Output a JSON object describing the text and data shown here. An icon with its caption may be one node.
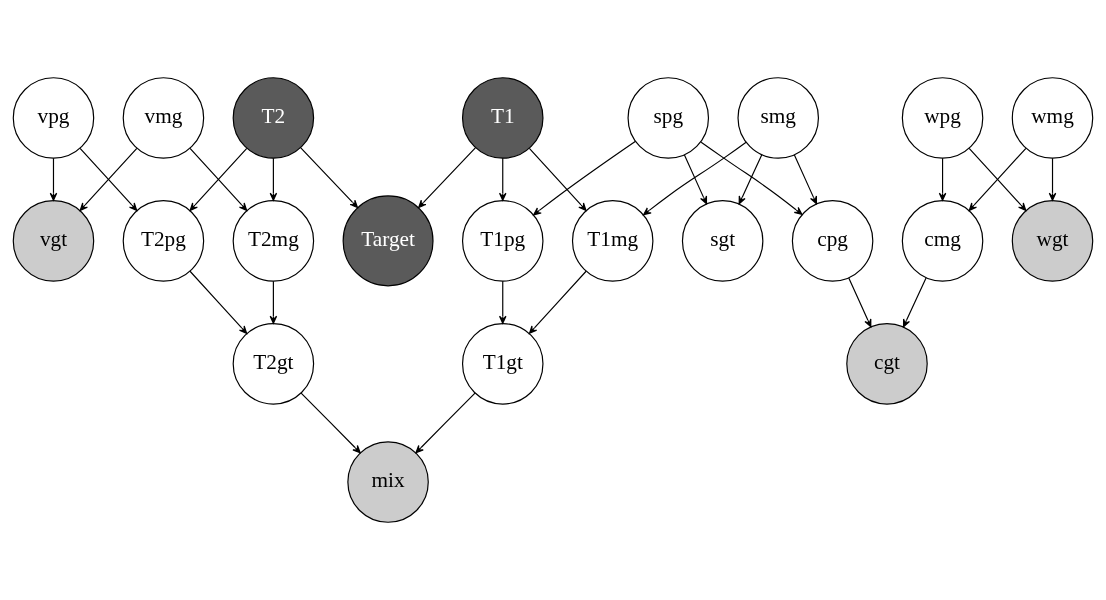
{
  "diagram": {
    "nodes": [
      {
        "text": [
          "vpg"
        ]
      },
      {
        "text": [
          "vmg"
        ]
      },
      {
        "text": [
          "spg"
        ]
      },
      {
        "text": [
          "smg"
        ]
      },
      {
        "text": [
          "wpg"
        ]
      },
      {
        "text": [
          "wmg"
        ]
      },
      {
        "text": [
          "vgt"
        ]
      },
      {
        "text": [
          "sgt"
        ]
      },
      {
        "text": [
          "wgt"
        ]
      },
      {
        "text": [
          "T2"
        ]
      },
      {
        "text": [
          "T1"
        ]
      },
      {
        "text": [
          "cpg"
        ]
      },
      {
        "text": [
          "cmg"
        ]
      },
      {
        "text": [
          "Target"
        ]
      },
      {
        "text": [
          "T2pg"
        ]
      },
      {
        "text": [
          "T2mg"
        ]
      },
      {
        "text": [
          "T1pg"
        ]
      },
      {
        "text": [
          "T1mg"
        ]
      },
      {
        "text": [
          "cgt"
        ]
      },
      {
        "text": [
          "T2gt"
        ]
      },
      {
        "text": [
          "T1gt"
        ]
      },
      {
        "text": [
          "mix"
        ]
      }
    ],
    "edges": [
      {
        "from": 0,
        "to": 6,
        "arrow": "to"
      },
      {
        "from": 1,
        "to": 6,
        "arrow": "to"
      },
      {
        "from": 0,
        "to": 14,
        "arrow": "to"
      },
      {
        "from": 1,
        "to": 15,
        "arrow": "to"
      },
      {
        "from": 2,
        "to": 7,
        "arrow": "to"
      },
      {
        "from": 3,
        "to": 7,
        "arrow": "to"
      },
      {
        "from": 2,
        "to": 16,
        "arrow": "to"
      },
      {
        "from": 2,
        "to": 11,
        "arrow": "to"
      },
      {
        "from": 3,
        "to": 11,
        "arrow": "to"
      },
      {
        "from": 3,
        "to": 17,
        "arrow": "to"
      },
      {
        "from": 4,
        "to": 12,
        "arrow": "to"
      },
      {
        "from": 4,
        "to": 8,
        "arrow": "to"
      },
      {
        "from": 5,
        "to": 8,
        "arrow": "to"
      },
      {
        "from": 5,
        "to": 12,
        "arrow": "to"
      },
      {
        "from": 9,
        "to": 13,
        "arrow": "to"
      },
      {
        "from": 10,
        "to": 13,
        "arrow": "to"
      },
      {
        "from": 9,
        "to": 14,
        "arrow": "to"
      },
      {
        "from": 9,
        "to": 15,
        "arrow": "to"
      },
      {
        "from": 10,
        "to": 16,
        "arrow": "to"
      },
      {
        "from": 10,
        "to": 17,
        "arrow": "to"
      },
      {
        "from": 11,
        "to": 18,
        "arrow": "to"
      },
      {
        "from": 12,
        "to": 18,
        "arrow": "to"
      },
      {
        "from": 14,
        "to": 19,
        "arrow": "to"
      },
      {
        "from": 15,
        "to": 19,
        "arrow": "to"
      },
      {
        "from": 16,
        "to": 20,
        "arrow": "to"
      },
      {
        "from": 17,
        "to": 20,
        "arrow": "to"
      },
      {
        "from": 19,
        "to": 21,
        "arrow": "to"
      },
      {
        "from": 20,
        "to": 21,
        "arrow": "to"
      }
    ]
  }
}
